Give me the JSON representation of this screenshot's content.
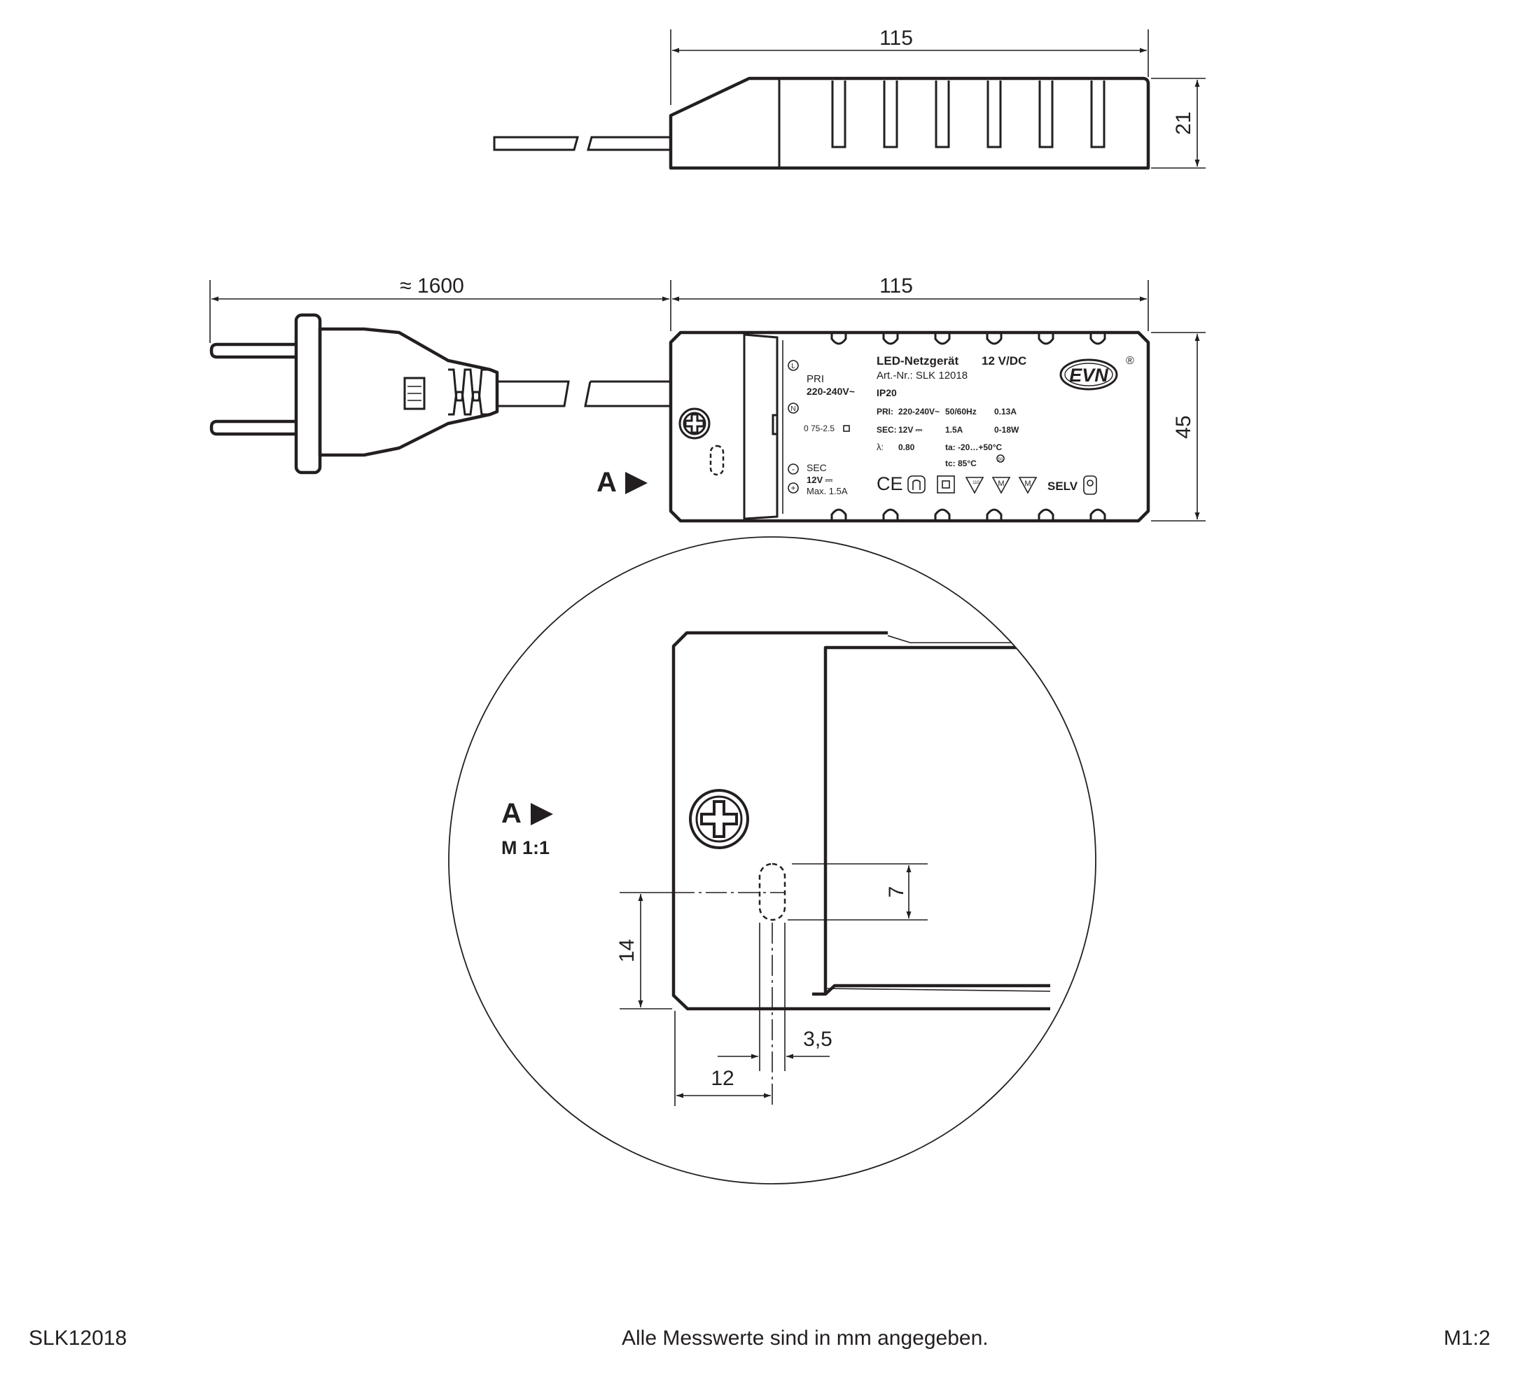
{
  "dimensions": {
    "length_top": "115",
    "height": "21",
    "cable_length": "≈ 1600",
    "length_front": "115",
    "width": "45",
    "detail_slot": "7",
    "detail_vertical": "14",
    "detail_offset": "3,5",
    "detail_horizontal": "12"
  },
  "view_marker": {
    "label": "A",
    "detail_label": "A",
    "detail_scale": "M 1:1"
  },
  "label_plate": {
    "title": "LED-Netzgerät",
    "voltage": "12 V/DC",
    "art_nr": "Art.-Nr.: SLK 12018",
    "ip": "IP20",
    "pri_label": "PRI:",
    "pri_voltage": "220-240V~",
    "pri_freq": "50/60Hz",
    "pri_current": "0.13A",
    "sec_label": "SEC:",
    "sec_voltage": "12V ⎓",
    "sec_current": "1.5A",
    "sec_power": "0-18W",
    "lambda_label": "λ:",
    "lambda_value": "0.80",
    "ta": "ta: -20…+50°C",
    "tc": "tc: 85°C",
    "left_pri": "PRI",
    "left_pri_voltage": "220-240V~",
    "wire_range": "0 75-2.5",
    "left_sec": "SEC",
    "left_sec_voltage": "12V ⎓",
    "left_max": "Max. 1.5A",
    "terminal_l": "L",
    "terminal_n": "N",
    "terminal_minus": "-",
    "terminal_plus": "+",
    "ce_mark": "CE",
    "selv": "SELV",
    "brand": "EVN",
    "registered": "®",
    "mark_110": "110",
    "mark_m1": "M",
    "mark_m2": "M",
    "mark_50": "50"
  },
  "footer": {
    "article": "SLK12018",
    "note": "Alle Messwerte sind in mm angegeben.",
    "scale": "M1:2"
  }
}
